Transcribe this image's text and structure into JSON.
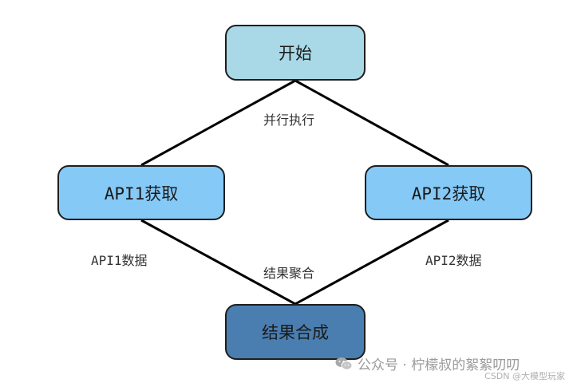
{
  "nodes": {
    "start": "开始",
    "api1": "API1获取",
    "api2": "API2获取",
    "merge": "结果合成"
  },
  "edge_labels": {
    "parallel": "并行执行",
    "api1_data": "API1数据",
    "api2_data": "API2数据",
    "aggregate": "结果聚合"
  },
  "watermark": {
    "account": "公众号 · 柠檬叔的絮絮叨叨",
    "csdn": "CSDN @大模型玩家"
  },
  "colors": {
    "start": "#a9d9e6",
    "api": "#85c9f7",
    "merge": "#4a7eb0",
    "line": "#000000"
  }
}
